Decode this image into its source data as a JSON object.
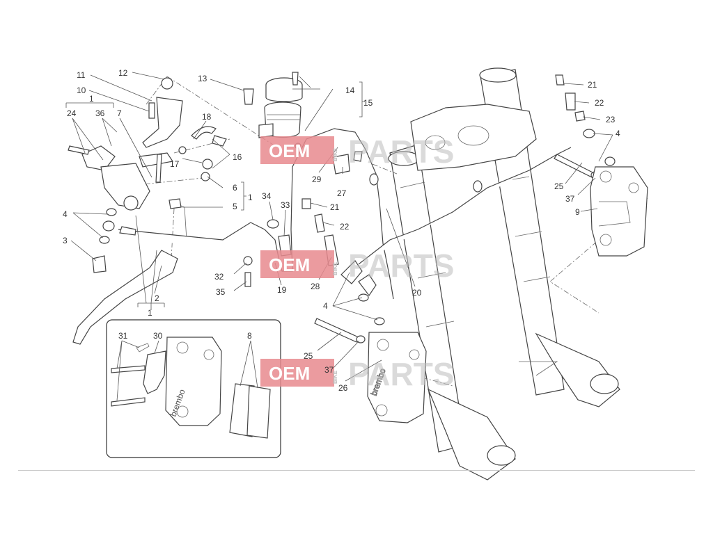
{
  "watermark": {
    "brand_a": "OEM",
    "brand_b": "PARTS",
    "tag": "BIKE",
    "color": "#e88a8e"
  },
  "callouts": [
    {
      "id": "c11",
      "text": "11"
    },
    {
      "id": "c12",
      "text": "12"
    },
    {
      "id": "c10",
      "text": "10"
    },
    {
      "id": "c1a",
      "text": "1"
    },
    {
      "id": "c24",
      "text": "24"
    },
    {
      "id": "c36",
      "text": "36"
    },
    {
      "id": "c7",
      "text": "7"
    },
    {
      "id": "c18",
      "text": "18"
    },
    {
      "id": "c17",
      "text": "17"
    },
    {
      "id": "c16",
      "text": "16"
    },
    {
      "id": "c13",
      "text": "13"
    },
    {
      "id": "c14",
      "text": "14"
    },
    {
      "id": "c15",
      "text": "15"
    },
    {
      "id": "c6",
      "text": "6"
    },
    {
      "id": "c1b",
      "text": "1"
    },
    {
      "id": "c5",
      "text": "5"
    },
    {
      "id": "c4a",
      "text": "4"
    },
    {
      "id": "c3",
      "text": "3"
    },
    {
      "id": "c2",
      "text": "2"
    },
    {
      "id": "c1c",
      "text": "1"
    },
    {
      "id": "c34",
      "text": "34"
    },
    {
      "id": "c33",
      "text": "33"
    },
    {
      "id": "c32",
      "text": "32"
    },
    {
      "id": "c35",
      "text": "35"
    },
    {
      "id": "c19",
      "text": "19"
    },
    {
      "id": "c29",
      "text": "29"
    },
    {
      "id": "c27",
      "text": "27"
    },
    {
      "id": "c21a",
      "text": "21"
    },
    {
      "id": "c22a",
      "text": "22"
    },
    {
      "id": "c28",
      "text": "28"
    },
    {
      "id": "c20",
      "text": "20"
    },
    {
      "id": "c4b",
      "text": "4"
    },
    {
      "id": "c25a",
      "text": "25"
    },
    {
      "id": "c37a",
      "text": "37"
    },
    {
      "id": "c26",
      "text": "26"
    },
    {
      "id": "c21b",
      "text": "21"
    },
    {
      "id": "c22b",
      "text": "22"
    },
    {
      "id": "c23",
      "text": "23"
    },
    {
      "id": "c4c",
      "text": "4"
    },
    {
      "id": "c25b",
      "text": "25"
    },
    {
      "id": "c37b",
      "text": "37"
    },
    {
      "id": "c9",
      "text": "9"
    },
    {
      "id": "c31",
      "text": "31"
    },
    {
      "id": "c30",
      "text": "30"
    },
    {
      "id": "c8",
      "text": "8"
    }
  ],
  "caliper_brand_text": "brembo"
}
